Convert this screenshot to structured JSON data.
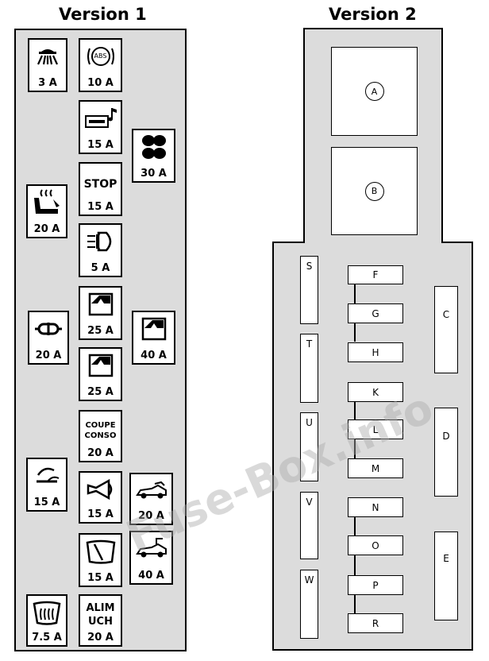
{
  "titles": {
    "v1": "Version 1",
    "v2": "Version 2"
  },
  "version1": {
    "interior_light": "3 A",
    "abs": {
      "label": "ABS",
      "amp": "10 A"
    },
    "radio": "15 A",
    "fan": "30 A",
    "stop": {
      "label": "STOP",
      "amp": "15 A"
    },
    "seat_heater": "20 A",
    "fog_light": "5 A",
    "window_1": "25 A",
    "lighter": "20 A",
    "window_rear": "40 A",
    "window_2": "25 A",
    "coupe_conso": {
      "line1": "COUPE",
      "line2": "CONSO",
      "amp": "20 A"
    },
    "wiper_washer": "15 A",
    "horn": "15 A",
    "roof_1": "20 A",
    "wiper": "15 A",
    "roof_2": "40 A",
    "rear_defrost": "7.5 A",
    "alim_uch": {
      "line1": "ALIM",
      "line2": "UCH",
      "amp": "20 A"
    }
  },
  "version2": {
    "relay_a": "A",
    "relay_b": "B",
    "vertical_left": [
      "S",
      "T",
      "U",
      "V",
      "W"
    ],
    "middle": [
      "F",
      "G",
      "H",
      "K",
      "L",
      "M",
      "N",
      "O",
      "P",
      "R"
    ],
    "vertical_right": [
      "C",
      "D",
      "E"
    ]
  },
  "watermark": "Fuse-Box.info"
}
